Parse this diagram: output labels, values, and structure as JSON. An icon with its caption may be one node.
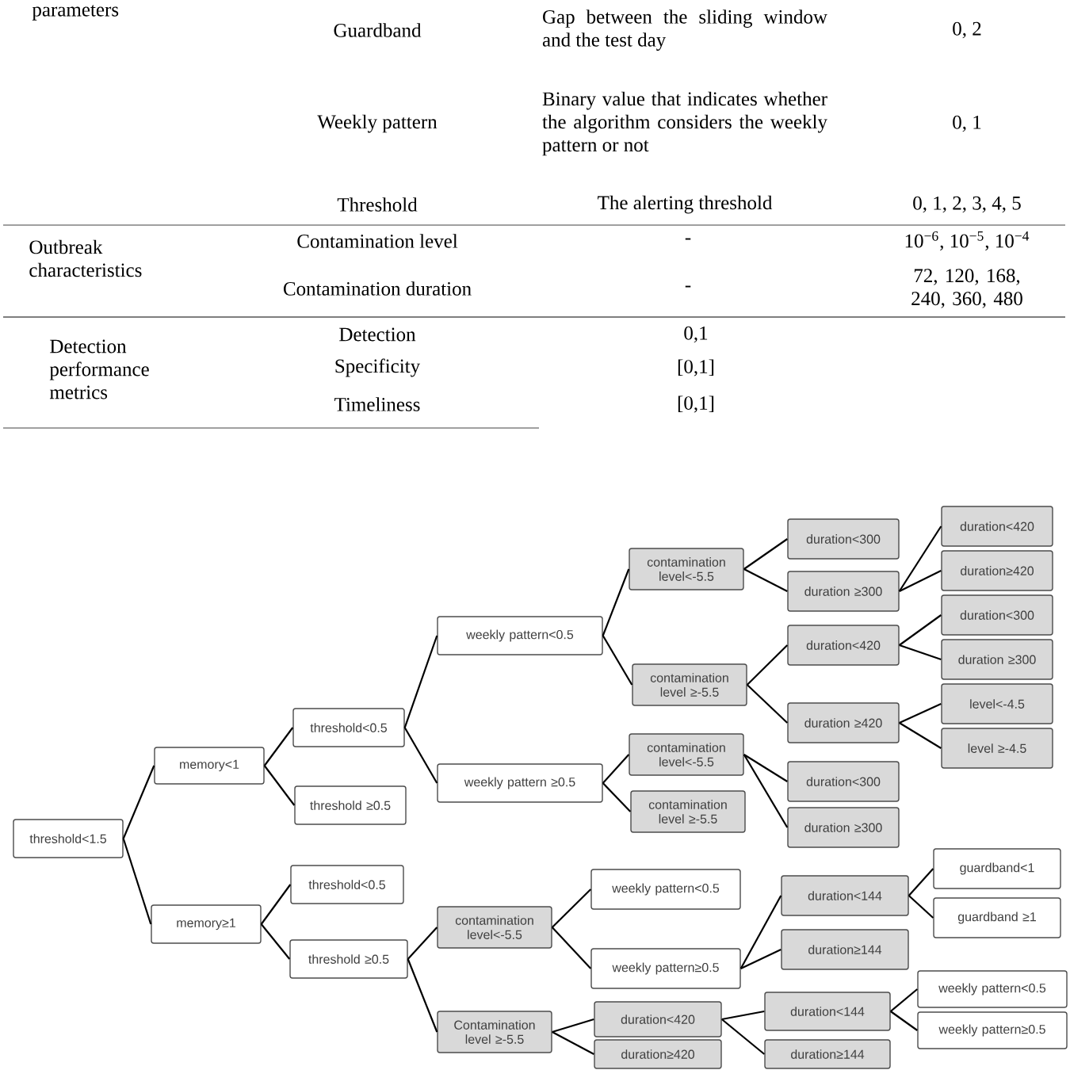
{
  "diagram": {
    "nodes": [
      {
        "text": [
          "threshold<1.5"
        ]
      },
      {
        "text": [
          "memory<1"
        ]
      },
      {
        "text": [
          "memory≥1"
        ]
      },
      {
        "text": [
          "threshold<0.5"
        ]
      },
      {
        "text": [
          "threshold ≥0.5"
        ]
      },
      {
        "text": [
          "threshold<0.5"
        ]
      },
      {
        "text": [
          "threshold ≥0.5"
        ]
      },
      {
        "text": [
          "weekly pattern<0.5"
        ]
      },
      {
        "text": [
          "weekly pattern ≥0.5"
        ]
      },
      {
        "text": [
          "contamination level<-5.5"
        ]
      },
      {
        "text": [
          "contamination level ≥-5.5"
        ]
      },
      {
        "text": [
          "contamination level<-5.5"
        ]
      },
      {
        "text": [
          "contamination level ≥-5.5"
        ]
      },
      {
        "text": [
          "contamination level<-5.5"
        ]
      },
      {
        "text": [
          "Contamination level ≥-5.5"
        ]
      },
      {
        "text": [
          "duration<300"
        ]
      },
      {
        "text": [
          "duration ≥300"
        ]
      },
      {
        "text": [
          "duration<420"
        ]
      },
      {
        "text": [
          "duration ≥420"
        ]
      },
      {
        "text": [
          "duration<300"
        ]
      },
      {
        "text": [
          "duration ≥300"
        ]
      },
      {
        "text": [
          "weekly pattern<0.5"
        ]
      },
      {
        "text": [
          "weekly pattern≥0.5"
        ]
      },
      {
        "text": [
          "duration<420"
        ]
      },
      {
        "text": [
          "duration≥420"
        ]
      },
      {
        "text": [
          "duration<420"
        ]
      },
      {
        "text": [
          "duration≥420"
        ]
      },
      {
        "text": [
          "duration<300"
        ]
      },
      {
        "text": [
          "duration ≥300"
        ]
      },
      {
        "text": [
          "level<-4.5"
        ]
      },
      {
        "text": [
          "level ≥-4.5"
        ]
      },
      {
        "text": [
          "duration<144"
        ]
      },
      {
        "text": [
          "duration≥144"
        ]
      },
      {
        "text": [
          "duration<144"
        ]
      },
      {
        "text": [
          "duration≥144"
        ]
      },
      {
        "text": [
          "guardband<1"
        ]
      },
      {
        "text": [
          "guardband ≥1"
        ]
      },
      {
        "text": [
          "weekly pattern<0.5"
        ]
      },
      {
        "text": [
          "weekly pattern≥0.5"
        ]
      }
    ],
    "edges": [
      {
        "from": 0,
        "to": 1,
        "arrow": "none"
      },
      {
        "from": 0,
        "to": 2,
        "arrow": "none"
      },
      {
        "from": 1,
        "to": 3,
        "arrow": "none"
      },
      {
        "from": 1,
        "to": 4,
        "arrow": "none"
      },
      {
        "from": 2,
        "to": 5,
        "arrow": "none"
      },
      {
        "from": 2,
        "to": 6,
        "arrow": "none"
      },
      {
        "from": 3,
        "to": 7,
        "arrow": "none"
      },
      {
        "from": 3,
        "to": 8,
        "arrow": "none"
      },
      {
        "from": 7,
        "to": 9,
        "arrow": "none"
      },
      {
        "from": 7,
        "to": 10,
        "arrow": "none"
      },
      {
        "from": 8,
        "to": 11,
        "arrow": "none"
      },
      {
        "from": 8,
        "to": 12,
        "arrow": "none"
      },
      {
        "from": 6,
        "to": 13,
        "arrow": "none"
      },
      {
        "from": 6,
        "to": 14,
        "arrow": "none"
      },
      {
        "from": 9,
        "to": 15,
        "arrow": "none"
      },
      {
        "from": 9,
        "to": 16,
        "arrow": "none"
      },
      {
        "from": 10,
        "to": 17,
        "arrow": "none"
      },
      {
        "from": 10,
        "to": 18,
        "arrow": "none"
      },
      {
        "from": 11,
        "to": 19,
        "arrow": "none"
      },
      {
        "from": 11,
        "to": 20,
        "arrow": "none"
      },
      {
        "from": 13,
        "to": 21,
        "arrow": "none"
      },
      {
        "from": 13,
        "to": 22,
        "arrow": "none"
      },
      {
        "from": 14,
        "to": 23,
        "arrow": "none"
      },
      {
        "from": 14,
        "to": 24,
        "arrow": "none"
      },
      {
        "from": 16,
        "to": 25,
        "arrow": "none"
      },
      {
        "from": 16,
        "to": 26,
        "arrow": "none"
      },
      {
        "from": 17,
        "to": 27,
        "arrow": "none"
      },
      {
        "from": 17,
        "to": 28,
        "arrow": "none"
      },
      {
        "from": 18,
        "to": 29,
        "arrow": "none"
      },
      {
        "from": 18,
        "to": 30,
        "arrow": "none"
      },
      {
        "from": 22,
        "to": 31,
        "arrow": "none"
      },
      {
        "from": 22,
        "to": 32,
        "arrow": "none"
      },
      {
        "from": 31,
        "to": 35,
        "arrow": "none"
      },
      {
        "from": 31,
        "to": 36,
        "arrow": "none"
      },
      {
        "from": 23,
        "to": 33,
        "arrow": "none"
      },
      {
        "from": 23,
        "to": 34,
        "arrow": "none"
      },
      {
        "from": 33,
        "to": 37,
        "arrow": "none"
      },
      {
        "from": 33,
        "to": 38,
        "arrow": "none"
      }
    ],
    "labels": [
      "parameters",
      "Guardband",
      "Gap between the sliding window and the test day",
      "0, 2",
      "Weekly pattern",
      "Binary value that indicates whether the algorithm considers the weekly pattern or not",
      "0, 1",
      "Threshold",
      "The alerting threshold",
      "0, 1, 2, 3, 4, 5",
      "Outbreak characteristics",
      "Contamination level",
      "-",
      "10$^{−6}$, 10$^{−5}$, 10$^{−4}$",
      "Contamination duration",
      "-",
      "72, 120, 168, 240, 360, 480",
      "Detection performance metrics",
      "Detection",
      "0,1",
      "Specificity",
      "[0,1]",
      "Timeliness",
      "[0,1]"
    ]
  }
}
